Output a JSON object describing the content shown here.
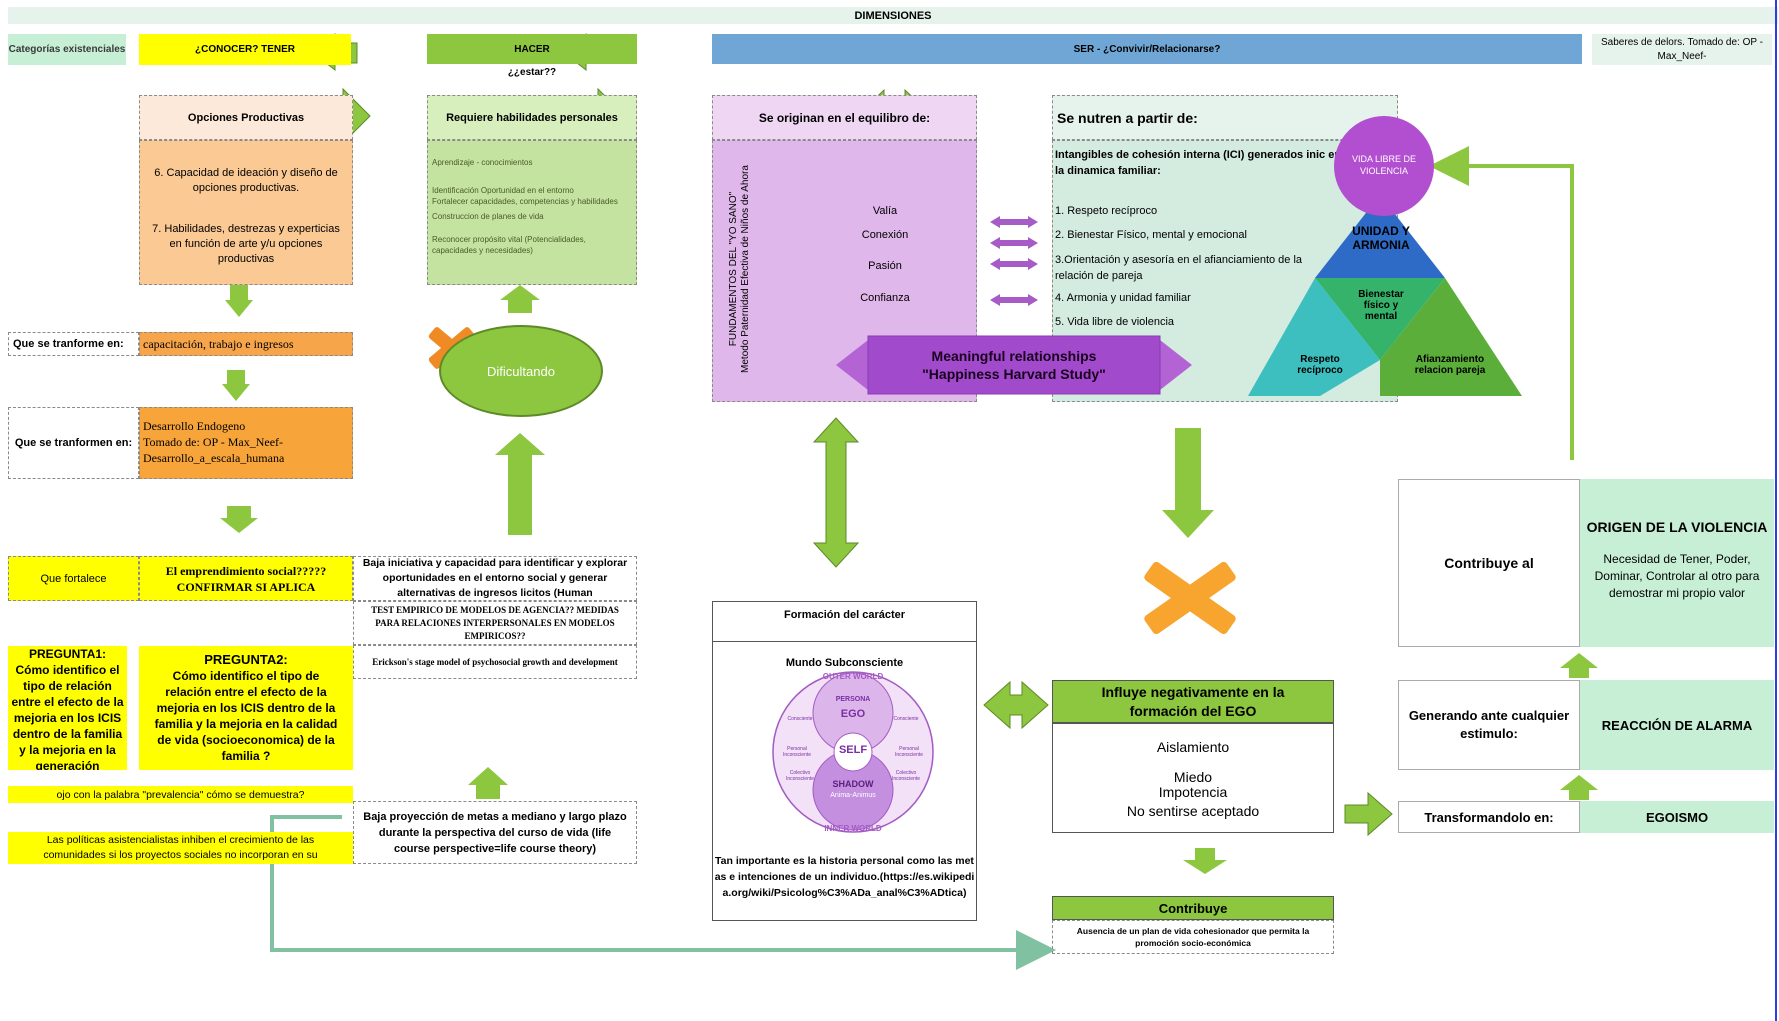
{
  "header": {
    "title": "DIMENSIONES"
  },
  "colors": {
    "green": "#8dc63f",
    "light_green": "#c5e0a5",
    "yellow": "#ffff00",
    "blue": "#6fa6d6",
    "orange": "#f7a54a",
    "purple": "#e3b7ec",
    "mint": "#d7ece3"
  },
  "top_row": {
    "categorias": "Categorías existenciales",
    "conocer": "¿CONOCER? TENER",
    "hacer": "HACER",
    "estar": "¿¿estar??",
    "ser": "SER - ¿Convivir/Relacionarse?",
    "saberes": "Saberes de delors. Tomado de: OP - Max_Neef-"
  },
  "opciones": {
    "title": "Opciones Productivas",
    "item6": "6. Capacidad de ideación y diseño de opciones productivas.",
    "item7": "7. Habilidades, destrezas y experticias en función de arte y/u opciones productivas"
  },
  "habilidades": {
    "title": "Requiere habilidades personales",
    "l1": "Aprendizaje - conocimientos",
    "l2": "Identificación Oportunidad en el entorno",
    "l3": "Fortalecer capacidades, competencias y habilidades",
    "l4": "Construccion de planes de vida",
    "l5": "Reconocer propósito vital (Potencialidades, capacidades y necesidades)"
  },
  "equilibrio": {
    "title": "Se originan en el equilibro de:",
    "vertical1": "FUNDAMENTOS DEL \"YO SANO\"",
    "vertical2": "Metodo Paternidad Efectiva de Niños de Ahora",
    "items": [
      "Valía",
      "Conexión",
      "Pasión",
      "Confianza"
    ]
  },
  "nutren": {
    "title": "Se nutren a partir de:",
    "intro": "Intangibles de cohesión interna (ICI) generados inic en la dinamica familiar:",
    "items": [
      "1. Respeto recíproco",
      "2. Bienestar Físico, mental y emocional",
      "3.Orientación y asesoría en el afianciamiento de la relación de pareja",
      "4. Armonia y unidad familiar",
      "5. Vida libre de violencia"
    ]
  },
  "pyramid": {
    "circle": "VIDA LIBRE DE VIOLENCIA",
    "top": "UNIDAD Y ARMONIA",
    "middle": "Bienestar físico y mental",
    "left": "Respeto recíproco",
    "right": "Afianzamiento relacion pareja"
  },
  "banner": {
    "line1": "Meaningful relationships",
    "line2": "\"Happiness Harvard Study\""
  },
  "dificultando": "Dificultando",
  "transform1": {
    "label": "Que se tranforme en:",
    "value": "capacitación, trabajo e ingresos"
  },
  "transform2": {
    "label": "Que se tranformen en:",
    "v1": "Desarrollo Endogeno",
    "v2": "Tomado de: OP - Max_Neef-",
    "v3": "Desarrollo_a_escala_humana"
  },
  "fortalece": {
    "label": "Que fortalece",
    "l1": "El emprendimiento social?????",
    "l2": "CONFIRMAR SI APLICA"
  },
  "baja1": "Baja iniciativa y capacidad para identificar y explorar oportunidades en el entorno social y generar alternativas de ingresos licitos (Human",
  "test": "TEST EMPIRICO DE MODELOS DE AGENCIA?? MEDIDAS PARA RELACIONES INTERPERSONALES EN MODELOS EMPIRICOS??",
  "erickson": "Erickson's stage model of psychosocial growth and development",
  "pregunta1": {
    "title": "PREGUNTA1:",
    "text": "Cómo identifico el tipo de relación entre el efecto de la mejoria en los ICIS dentro de la familia y la mejoria en la generación"
  },
  "pregunta2": {
    "title": "PREGUNTA2:",
    "text": "Cómo identifico el tipo de relación entre el efecto de la mejoria en los ICIS dentro de la familia y la mejoria en la calidad de vida (socioeconomica) de la familia ?"
  },
  "prevalencia": "ojo con la palabra \"prevalencia\" cómo se demuestra?",
  "politicas": "Las políticas asistencialistas inhiben el crecimiento de las comunidades si los proyectos sociales no incorporan en su",
  "baja2": "Baja proyección de metas a mediano y largo plazo durante la perspectiva del curso de vida (life course perspective=life course theory)",
  "caracter": {
    "title": "Formación del carácter",
    "sub": "Mundo Subconsciente",
    "outer": "OUTER WORLD",
    "persona": "PERSONA",
    "ego": "EGO",
    "self": "SELF",
    "shadow": "SHADOW",
    "anima": "Anima-Animus",
    "inner": "INNER WORLD",
    "consciente_l": "Consciente",
    "consciente_r": "Consciente",
    "personal_l": "Personal Inconsciente",
    "personal_r": "Personal Inconsciente",
    "colectivo_l": "Colectivo Inconsciente",
    "colectivo_r": "Colectivo Inconsciente",
    "text": "Tan importante es la historia personal como las metas e intenciones de un individuo.(https://es.wikipedia.org/wiki/Psicolog%C3%ADa_anal%C3%ADtica)"
  },
  "ego": {
    "title": "Influye negativamente en la formación del EGO",
    "items": [
      "Aislamiento",
      "Miedo",
      "Impotencia",
      "No sentirse aceptado"
    ]
  },
  "contribuye": {
    "title": "Contribuye",
    "text": "Ausencia de un plan de vida cohesionador que permita la promoción socio-económica"
  },
  "violencia": {
    "left": "Contribuye al",
    "title": "ORIGEN DE LA VIOLENCIA",
    "text": "Necesidad de Tener, Poder, Dominar, Controlar al otro para demostrar mi propio valor"
  },
  "alarma": {
    "left": "Generando ante cualquier estimulo:",
    "right": "REACCIÓN DE ALARMA"
  },
  "egoismo": {
    "left": "Transformandolo en:",
    "right": "EGOISMO"
  }
}
